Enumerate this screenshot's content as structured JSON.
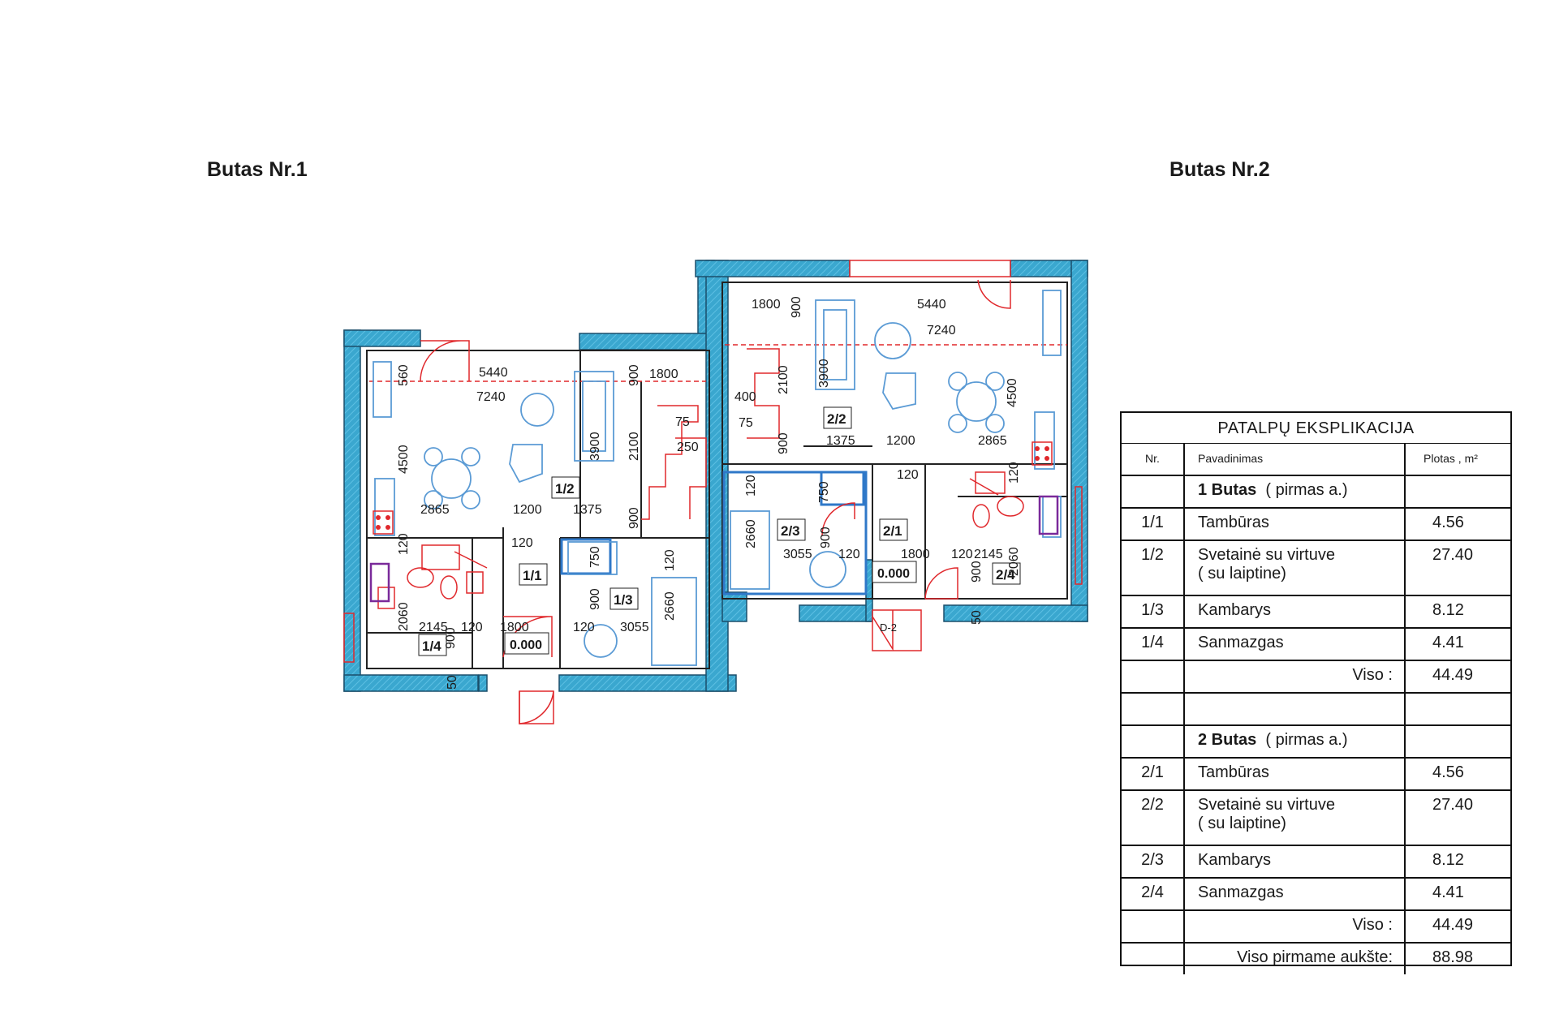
{
  "titles": {
    "left": "Butas Nr.1",
    "right": "Butas Nr.2"
  },
  "plan": {
    "rooms_left": {
      "r11": "1/1",
      "r12": "1/2",
      "r13": "1/3",
      "r14": "1/4",
      "level": "0.000"
    },
    "rooms_right": {
      "r21": "2/1",
      "r22": "2/2",
      "r23": "2/3",
      "r24": "2/4",
      "level": "0.000",
      "door": "D-2"
    },
    "dims_left": {
      "d5440": "5440",
      "d7240": "7240",
      "d1800": "1800",
      "d560": "560",
      "d900a": "900",
      "d4500": "4500",
      "d3900": "3900",
      "d2100": "2100",
      "d75": "75",
      "d250": "250",
      "d2865": "2865",
      "d1200": "1200",
      "d1375": "1375",
      "d900b": "900",
      "d120a": "120",
      "d750": "750",
      "d120b": "120",
      "d2660": "2660",
      "d2060": "2060",
      "d2145": "2145",
      "d120c": "120",
      "d1800b": "1800",
      "d120d": "120",
      "d3055": "3055",
      "d900c": "900",
      "d900d": "900",
      "d50": "50",
      "d120e": "120"
    },
    "dims_right": {
      "d1800": "1800",
      "d5440": "5440",
      "d900a": "900",
      "d7240": "7240",
      "d2100": "2100",
      "d3900": "3900",
      "d400": "400",
      "d75": "75",
      "d4500": "4500",
      "d900b": "900",
      "d1375": "1375",
      "d1200": "1200",
      "d2865": "2865",
      "d120a": "120",
      "d120b": "120",
      "d120c": "120",
      "d750": "750",
      "d2660": "2660",
      "d3055": "3055",
      "d900c": "900",
      "d120d": "120",
      "d1800b": "1800",
      "d2145": "2145",
      "d120e": "120",
      "d900d": "900",
      "d2060": "2060",
      "d50": "50"
    }
  },
  "explication": {
    "title": "PATALPŲ EKSPLIKACIJA",
    "headers": {
      "nr": "Nr.",
      "name": "Pavadinimas",
      "area": "Plotas , m²"
    },
    "group1": {
      "title": "1 Butas",
      "note": "( pirmas a.)"
    },
    "rows1": [
      {
        "nr": "1/1",
        "name": "Tambūras",
        "name2": "",
        "area": "4.56"
      },
      {
        "nr": "1/2",
        "name": "Svetainė su virtuve",
        "name2": "( su laiptine)",
        "area": "27.40"
      },
      {
        "nr": "1/3",
        "name": "Kambarys",
        "name2": "",
        "area": "8.12"
      },
      {
        "nr": "1/4",
        "name": "Sanmazgas",
        "name2": "",
        "area": "4.41"
      }
    ],
    "total1": {
      "label": "Viso :",
      "area": "44.49"
    },
    "group2": {
      "title": "2 Butas",
      "note": "( pirmas a.)"
    },
    "rows2": [
      {
        "nr": "2/1",
        "name": "Tambūras",
        "name2": "",
        "area": "4.56"
      },
      {
        "nr": "2/2",
        "name": "Svetainė su virtuve",
        "name2": "( su laiptine)",
        "area": "27.40"
      },
      {
        "nr": "2/3",
        "name": "Kambarys",
        "name2": "",
        "area": "8.12"
      },
      {
        "nr": "2/4",
        "name": "Sanmazgas",
        "name2": "",
        "area": "4.41"
      }
    ],
    "total2": {
      "label": "Viso :",
      "area": "44.49"
    },
    "grand": {
      "label": "Viso pirmame aukšte:",
      "area": "88.98"
    }
  },
  "colors": {
    "wall": "#3aa7cf",
    "wall_edge": "#1b4f6b",
    "red": "#e0282c",
    "blue": "#2f78c8",
    "furniture": "#5b9bd5"
  }
}
